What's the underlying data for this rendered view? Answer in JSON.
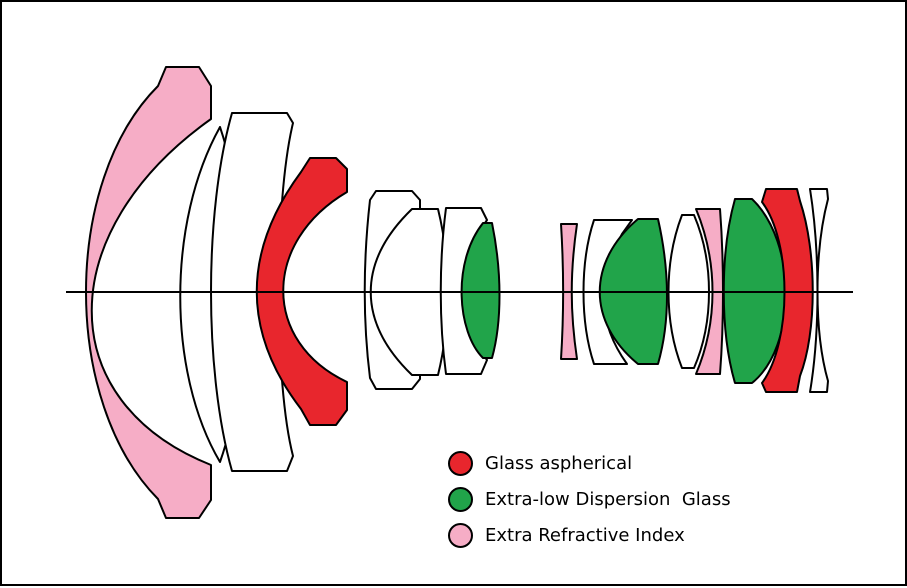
{
  "colors": {
    "aspherical": "#e8262d",
    "ed": "#21a44a",
    "extra_ri": "#f6adc6",
    "plain": "#ffffff",
    "outline": "#000000"
  },
  "legend": [
    {
      "key": "aspherical",
      "label": "Glass aspherical"
    },
    {
      "key": "ed",
      "label": "Extra-low Dispersion  Glass"
    },
    {
      "key": "extra_ri",
      "label": "Extra Refractive Index"
    }
  ]
}
